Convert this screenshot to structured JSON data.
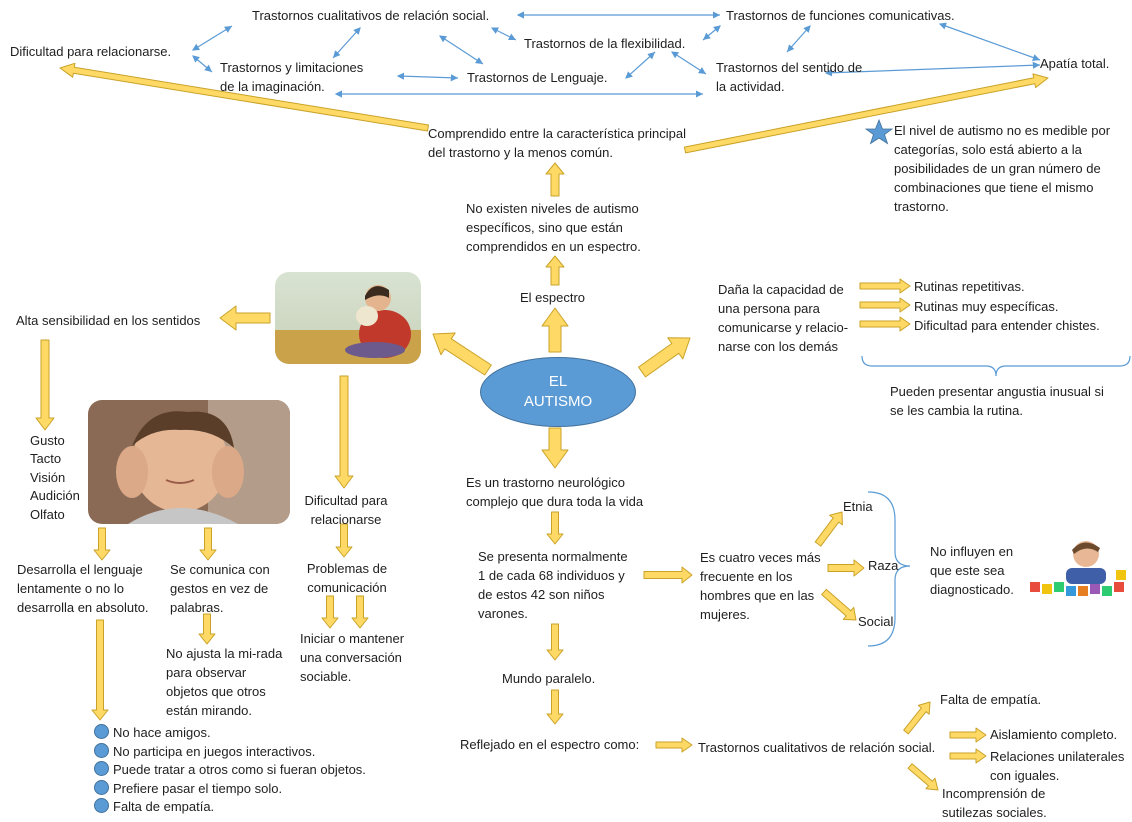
{
  "center": {
    "line1": "EL",
    "line2": "AUTISMO"
  },
  "top": {
    "cualitativos": "Trastornos cualitativos de relación social.",
    "funciones": "Trastornos de funciones comunicativas.",
    "dificultad": "Dificultad para relacionarse.",
    "flexibilidad": "Trastornos de la flexibilidad.",
    "imaginacion": "Trastornos y limitaciones de la imaginación.",
    "lenguaje": "Trastornos de Lenguaje.",
    "sentido": "Trastornos del sentido de la actividad.",
    "apatia": "Apatía total.",
    "comprendido": "Comprendido entre la característica principal del trastorno y la menos común.",
    "nota": "El nivel de autismo no es medible por categorías, solo está abierto a la posibilidades de un gran número de combinaciones que tiene el mismo trastorno."
  },
  "spectrum": {
    "niveles": "No existen niveles de autismo específicos, sino que están comprendidos en un espectro.",
    "espectro": "El espectro"
  },
  "right": {
    "dana": "Daña la capacidad de una persona para comunicarse y relacio-narse con los demás",
    "rutinas": [
      "Rutinas repetitivas.",
      "Rutinas muy específicas.",
      "Dificultad para entender chistes."
    ],
    "angustia": "Pueden presentar angustia inusual si se les cambia la rutina."
  },
  "left": {
    "sensibilidad": "Alta sensibilidad en los sentidos",
    "sentidos": [
      "Gusto",
      "Tacto",
      "Visión",
      "Audición",
      "Olfato"
    ],
    "lenguaje": "Desarrolla el lenguaje lentamente o no lo desarrolla en absoluto.",
    "gestos": "Se comunica con gestos en vez de palabras.",
    "mirada": "No ajusta la mi-rada para observar objetos que otros están mirando.",
    "dificultad": "Dificultad para relacionarse",
    "problemas": "Problemas de comunicación",
    "iniciar": "Iniciar o mantener una conversación sociable.",
    "bullets": [
      "No hace amigos.",
      "No participa en juegos interactivos.",
      "Puede tratar a otros como si fueran objetos.",
      "Prefiere pasar el tiempo solo.",
      "Falta de empatía."
    ]
  },
  "bottom": {
    "neurologico": "Es un trastorno neurológico complejo que dura toda la vida",
    "presenta": "Se presenta normalmente 1 de cada 68 individuos y de estos 42 son niños varones.",
    "cuatro": "Es cuatro veces más frecuente en los hombres que en las mujeres.",
    "etnia": "Etnia",
    "raza": "Raza",
    "social": "Social",
    "noinfluyen": "No influyen en que este sea diagnosticado.",
    "mundo": "Mundo paralelo.",
    "reflejado": "Reflejado en el espectro como:",
    "cualitativos": "Trastornos cualitativos de relación social.",
    "falta": "Falta de empatía.",
    "aislamiento": "Aislamiento completo.",
    "relaciones": "Relaciones unilaterales con iguales.",
    "incomprension": "Incomprensión de sutilezas sociales."
  },
  "colors": {
    "arrow_fill": "#ffd966",
    "arrow_stroke": "#c9a227",
    "line": "#5b9bd5",
    "ellipse": "#5b9bd5"
  }
}
